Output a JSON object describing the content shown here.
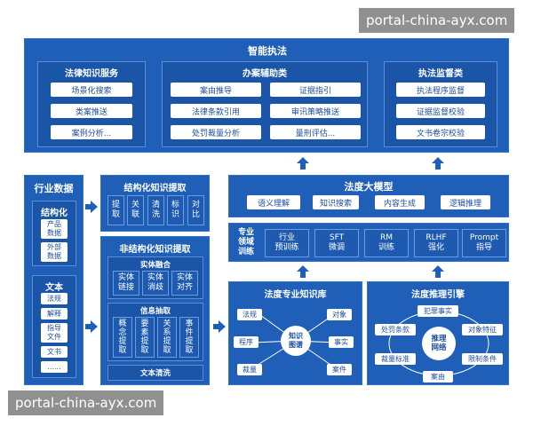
{
  "watermark_top": "portal-china-ayx.com",
  "watermark_bottom": "portal-china-ayx.com",
  "smart_law": {
    "title": "智能执法",
    "legal_knowledge": {
      "title": "法律知识服务",
      "items": [
        "场景化搜索",
        "类案推送",
        "案例分析..."
      ]
    },
    "case_assist": {
      "title": "办案辅助类",
      "items": [
        "案由推导",
        "证据指引",
        "法律条款引用",
        "审讯策略推送",
        "处罚裁量分析",
        "量刑评估..."
      ]
    },
    "supervision": {
      "title": "执法监督类",
      "items": [
        "执法程序监督",
        "证据监督校验",
        "文书卷宗校验"
      ]
    }
  },
  "industry": {
    "title": "行业数据",
    "structured": {
      "title": "结构化",
      "items": [
        "产品\n数据",
        "外部\n数据"
      ]
    },
    "text": {
      "title": "文本",
      "items": [
        "法规",
        "解释",
        "指导\n文件",
        "文书",
        "......"
      ]
    }
  },
  "structured_extract": {
    "title": "结构化知识提取",
    "items": [
      "提\n取",
      "关\n联",
      "清\n洗",
      "标\n识",
      "对\n比"
    ]
  },
  "unstructured_extract": {
    "title": "非结构化知识提取",
    "fusion": {
      "title": "实体融合",
      "items": [
        "实体\n链接",
        "实体\n消歧",
        "实体\n对齐"
      ]
    },
    "info": {
      "title": "信息抽取",
      "items": [
        "概\n念\n提\n取",
        "要\n素\n提\n取",
        "关\n系\n提\n取",
        "事\n件\n提\n取"
      ]
    },
    "cleaning": "文本清洗"
  },
  "llm": {
    "title": "法度大模型",
    "items": [
      "语义理解",
      "知识搜索",
      "内容生成",
      "逻辑推理"
    ]
  },
  "training": {
    "label": "专业\n领域\n训练",
    "items": [
      "行业\n预训练",
      "SFT\n微调",
      "RM\n训练",
      "RLHF\n强化",
      "Prompt\n指导"
    ]
  },
  "kg": {
    "title": "法度专业知识库",
    "center": "知识\n图谱",
    "nodes": [
      "法规",
      "对象",
      "程序",
      "事实",
      "裁量",
      "案件"
    ]
  },
  "reasoning": {
    "title": "法度推理引擎",
    "center": "推理\n网络",
    "nodes": [
      "犯罪事实",
      "处罚条款",
      "对象特征",
      "裁量标准",
      "限制条件",
      "案由"
    ]
  },
  "colors": {
    "panel": "#1f5fb8",
    "inner": "#1a55a8",
    "accent": "#2e72cc",
    "text_dark": "#1d4f9c"
  }
}
